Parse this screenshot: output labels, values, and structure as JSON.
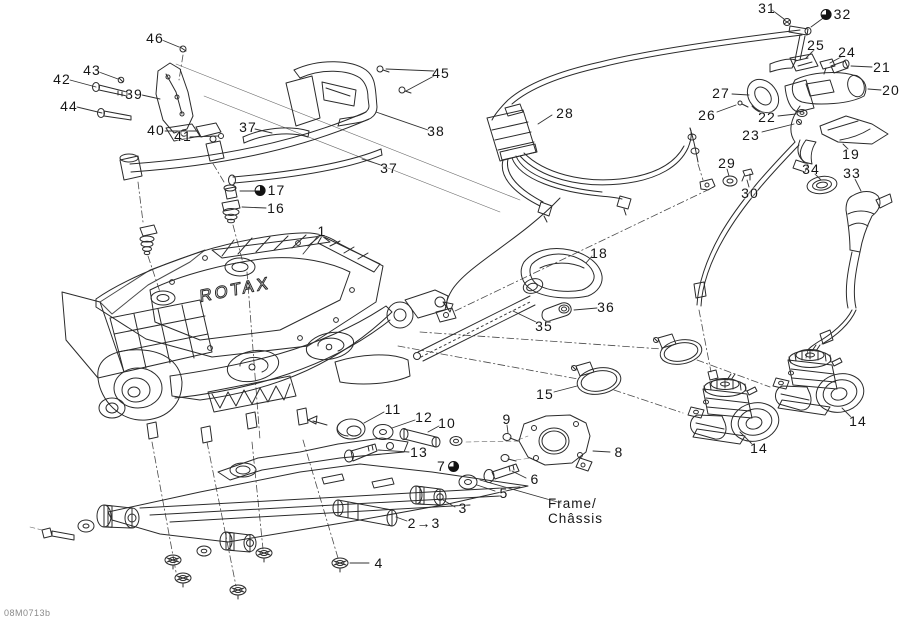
{
  "meta": {
    "doc_code": "08M0713b"
  },
  "frame_label": {
    "line1": "Frame/",
    "line2": "Châssis"
  },
  "engine": {
    "embossed_text": "ROTAX"
  },
  "icons": {
    "lubricant_icon": "◕",
    "supersession_arrow": "→"
  },
  "callouts": [
    {
      "label": "46"
    },
    {
      "label": "43"
    },
    {
      "label": "42"
    },
    {
      "label": "39"
    },
    {
      "label": "44"
    },
    {
      "label": "40"
    },
    {
      "label": "41"
    },
    {
      "label": "37"
    },
    {
      "label": "45"
    },
    {
      "label": "38"
    },
    {
      "label": "37"
    },
    {
      "label": "17"
    },
    {
      "label": "16"
    },
    {
      "label": "1"
    },
    {
      "label": "31"
    },
    {
      "label": "32"
    },
    {
      "label": "25"
    },
    {
      "label": "24"
    },
    {
      "label": "21"
    },
    {
      "label": "27"
    },
    {
      "label": "20"
    },
    {
      "label": "26"
    },
    {
      "label": "28"
    },
    {
      "label": "22"
    },
    {
      "label": "23"
    },
    {
      "label": "19"
    },
    {
      "label": "29"
    },
    {
      "label": "34"
    },
    {
      "label": "33"
    },
    {
      "label": "30"
    },
    {
      "label": "18"
    },
    {
      "label": "36"
    },
    {
      "label": "35"
    },
    {
      "label": "15"
    },
    {
      "label": "11"
    },
    {
      "label": "12"
    },
    {
      "label": "10"
    },
    {
      "label": "9"
    },
    {
      "label": "14"
    },
    {
      "label": "13"
    },
    {
      "label": "8"
    },
    {
      "label": "14"
    },
    {
      "label": "7"
    },
    {
      "label": "6"
    },
    {
      "label": "5"
    },
    {
      "label": "3"
    },
    {
      "label": "2→3"
    },
    {
      "label": "4"
    }
  ]
}
